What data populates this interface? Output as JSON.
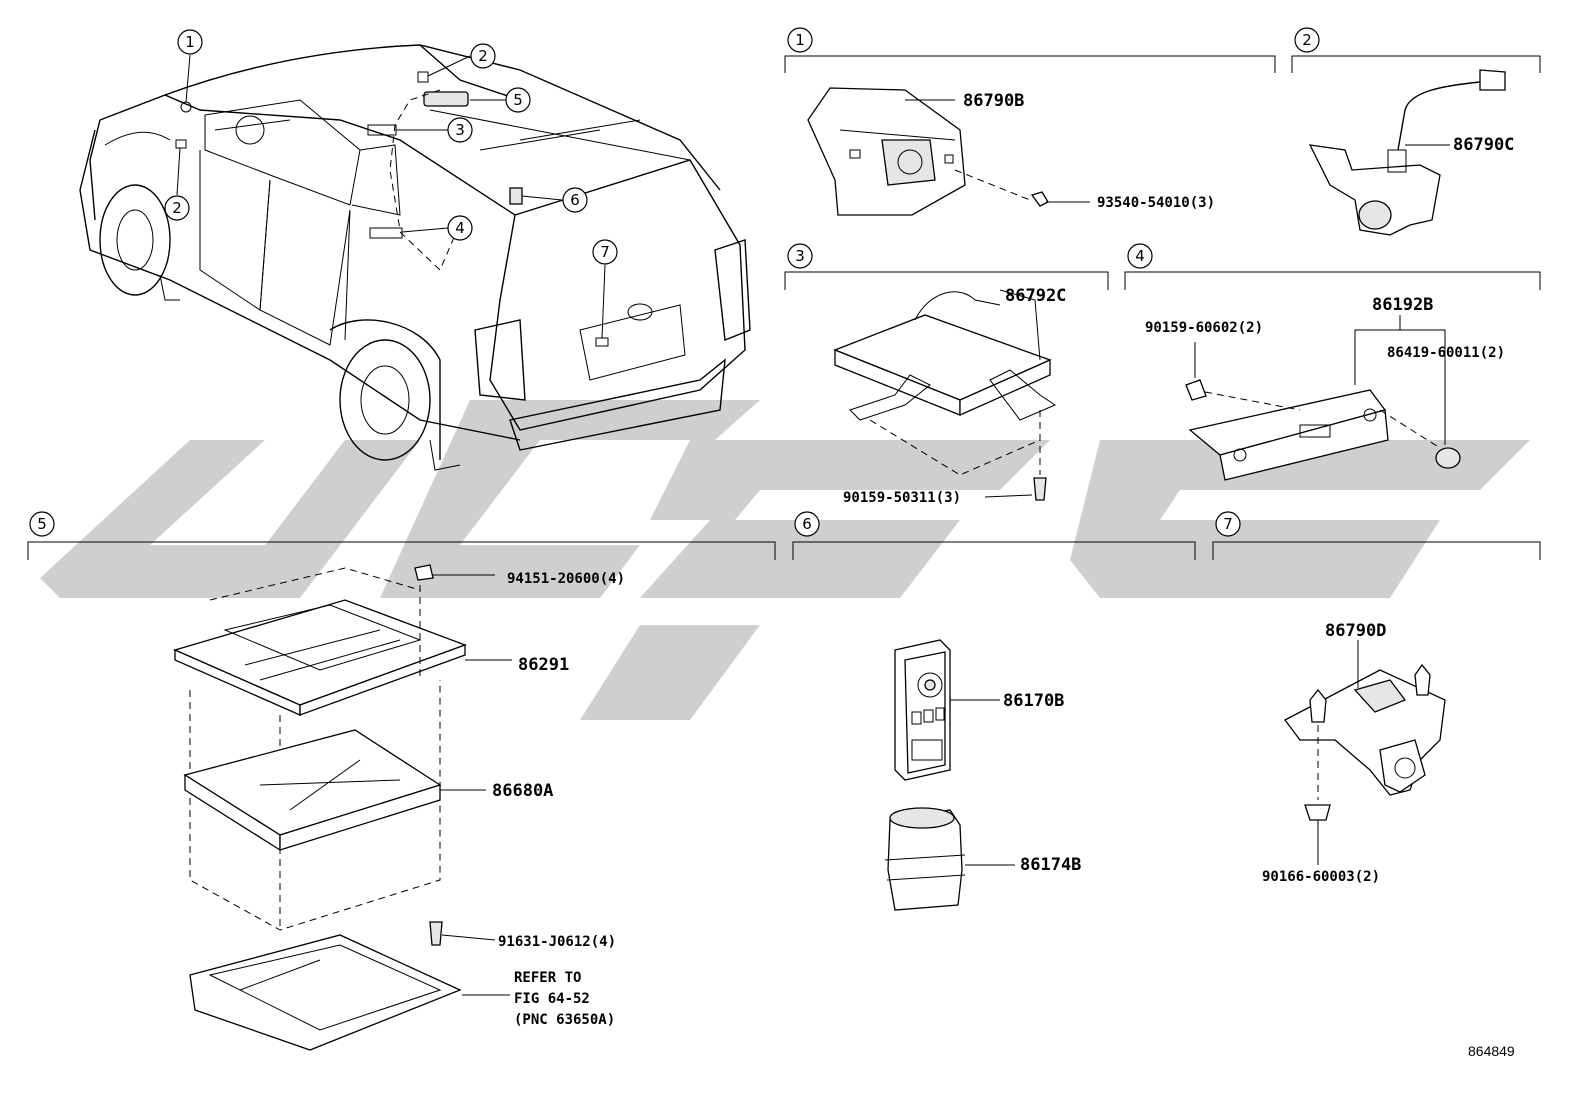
{
  "callouts": [
    "1",
    "2",
    "3",
    "4",
    "5",
    "6",
    "7"
  ],
  "parts": {
    "p86790B": "86790B",
    "p93540": "93540-54010(3)",
    "p86790C": "86790C",
    "p86792C": "86792C",
    "p90159_50311": "90159-50311(3)",
    "p86192B": "86192B",
    "p90159_60602": "90159-60602(2)",
    "p86419": "86419-60011(2)",
    "p94151": "94151-20600(4)",
    "p86291": "86291",
    "p86680A": "86680A",
    "p91631": "91631-J0612(4)",
    "p86170B": "86170B",
    "p86174B": "86174B",
    "p86790D": "86790D",
    "p90166": "90166-60003(2)"
  },
  "refer": {
    "line1": "REFER TO",
    "line2": "FIG 64-52",
    "line3": "(PNC 63650A)"
  },
  "page_id": "864849"
}
